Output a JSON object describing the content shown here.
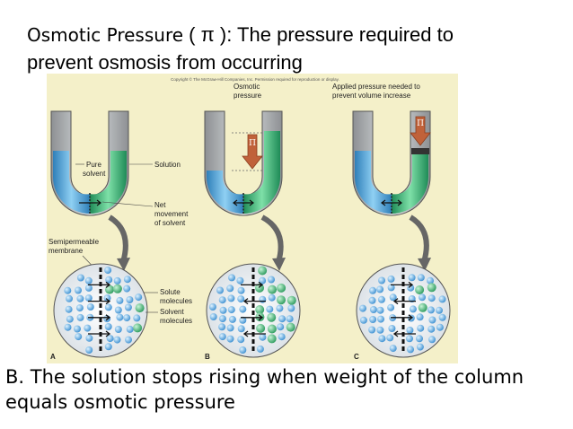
{
  "title": {
    "lead": "Osmotic Pressure",
    "symbol": "( π )",
    "definition_part1": ": The pressure required to",
    "definition_part2": "prevent osmosis  from  occurring"
  },
  "figure": {
    "copyright": "Copyright © The McGraw-Hill Companies, Inc. Permission required for reproduction or display.",
    "label_osmotic_pressure": [
      "Osmotic",
      "pressure"
    ],
    "label_applied_pressure": [
      "Applied pressure needed to",
      "prevent volume increase"
    ],
    "label_pure_solvent": [
      "Pure",
      "solvent"
    ],
    "label_solution": "Solution",
    "label_net_movement": [
      "Net",
      "movement",
      "of solvent"
    ],
    "label_membrane": [
      "Semipermeable",
      "membrane"
    ],
    "label_solute": [
      "Solute",
      "molecules"
    ],
    "label_solvent_molecules": [
      "Solvent",
      "molecules"
    ],
    "pi_symbol": "Π",
    "panel_letters": [
      "A",
      "B",
      "C"
    ],
    "colors": {
      "solvent_blue": "#5aaee0",
      "solution_green": "#39b57a",
      "arrow_brown": "#c0623a",
      "background": "#f4f0c9"
    }
  },
  "caption": {
    "line1": "B. The solution stops rising when weight of the column",
    "line2": "equals osmotic pressure"
  }
}
